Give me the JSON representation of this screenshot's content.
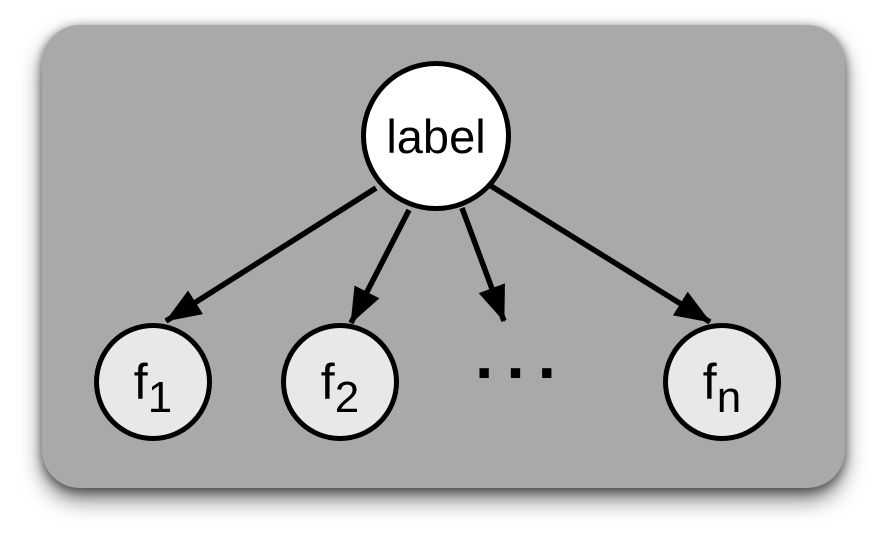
{
  "diagram": {
    "description": "naive-bayes-style graphical model",
    "root": {
      "id": "label",
      "label": "label"
    },
    "children": [
      {
        "id": "f1",
        "base": "f",
        "sub": "1"
      },
      {
        "id": "f2",
        "base": "f",
        "sub": "2"
      },
      {
        "id": "fn",
        "base": "f",
        "sub": "n"
      }
    ],
    "ellipsis": "...",
    "edges": [
      {
        "from": "label",
        "to": "f1"
      },
      {
        "from": "label",
        "to": "f2"
      },
      {
        "from": "label",
        "to": "ellipsis"
      },
      {
        "from": "label",
        "to": "fn"
      }
    ],
    "colors": {
      "panel": "#a9a9a9",
      "root_fill": "#ffffff",
      "child_fill": "#e8e8e8",
      "stroke": "#000000",
      "page": "#ffffff"
    }
  }
}
